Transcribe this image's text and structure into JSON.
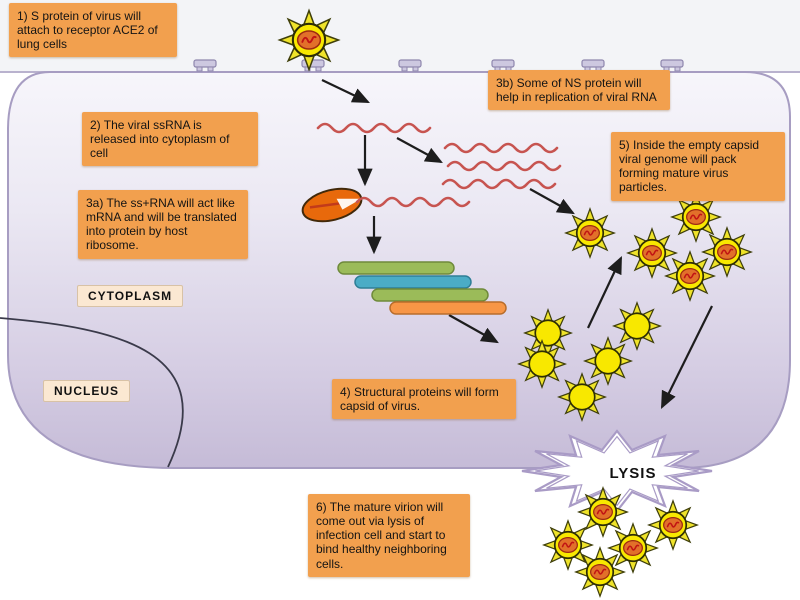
{
  "diagram": {
    "subject": "virus-replication-cycle-in-lung-cell",
    "steps": {
      "s1": "1) S protein of virus will attach to receptor ACE2 of lung cells",
      "s2": "2) The viral ssRNA is released into cytoplasm of cell",
      "s3a": "3a) The ss+RNA will act like mRNA and will be translated into protein by host ribosome.",
      "s3b": "3b) Some of NS protein will help in replication of viral RNA",
      "s4": "4) Structural proteins will form capsid of virus.",
      "s5": "5) Inside the empty capsid viral genome will pack forming mature virus particles.",
      "s6": "6) The mature virion will come out via lysis of infection cell and start to bind healthy neighboring cells."
    },
    "labels": {
      "cytoplasm": "CYTOPLASM",
      "nucleus": "NUCLEUS",
      "lysis": "LYSIS"
    },
    "icons": {
      "virion-icon": "spiked-sun-virus-particle-with-orange-rna-core",
      "capsid-icon": "empty-spiked-yellow-capsid",
      "receptor-icon": "ace2-receptor-on-membrane",
      "rna-icon": "red-wavy-rna-strand",
      "ribosome-icon": "orange-ribosome-blob",
      "lysis-burst-icon": "white-starburst-double-purple-outline"
    },
    "colors": {
      "step_box": "#F2A04E",
      "label_box": "#FBE8D2",
      "cell_fill_top": "#F7F6FB",
      "cell_fill_bottom": "#C5BBD7",
      "cell_outline": "#A79DC2",
      "membrane_line": "#B9B2CE",
      "rna": "#C75450",
      "ribosome": "#E8690B",
      "protein_green": "#9BBB59",
      "protein_blue": "#4BACC6",
      "protein_orange": "#F79646",
      "virion_ray": "#EFE32A",
      "virion_body": "#F8E800",
      "virion_core": "#E2702A",
      "arrow": "#1D1D1D",
      "lysis_outline": "#A99BC6"
    }
  }
}
